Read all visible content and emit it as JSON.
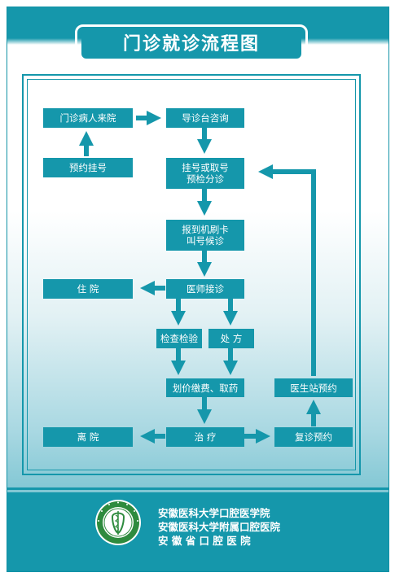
{
  "title": "门诊就诊流程图",
  "colors": {
    "accent": "#1597ab",
    "box_text": "#ffffff"
  },
  "nodes": {
    "outpatient_arrival": "门诊病人来院",
    "guide_desk": "导诊台咨询",
    "appointment_registration": "预约挂号",
    "register_line1": "挂号或取号",
    "register_line2": "预检分诊",
    "checkin_line1": "报到机刷卡",
    "checkin_line2": "叫号候诊",
    "hospitalization": "住  院",
    "doctor_consult": "医师接诊",
    "exam": "检查检验",
    "prescription": "处  方",
    "payment": "划价缴费、取药",
    "station_appointment": "医生站预约",
    "discharge": "离  院",
    "treatment": "治  疗",
    "followup": "复诊预约"
  },
  "footer": {
    "line1": "安徽医科大学口腔医学院",
    "line2": "安徽医科大学附属口腔医院",
    "line3": "安 徽 省 口 腔 医 院",
    "logo_icon": "hospital-emblem-icon"
  }
}
